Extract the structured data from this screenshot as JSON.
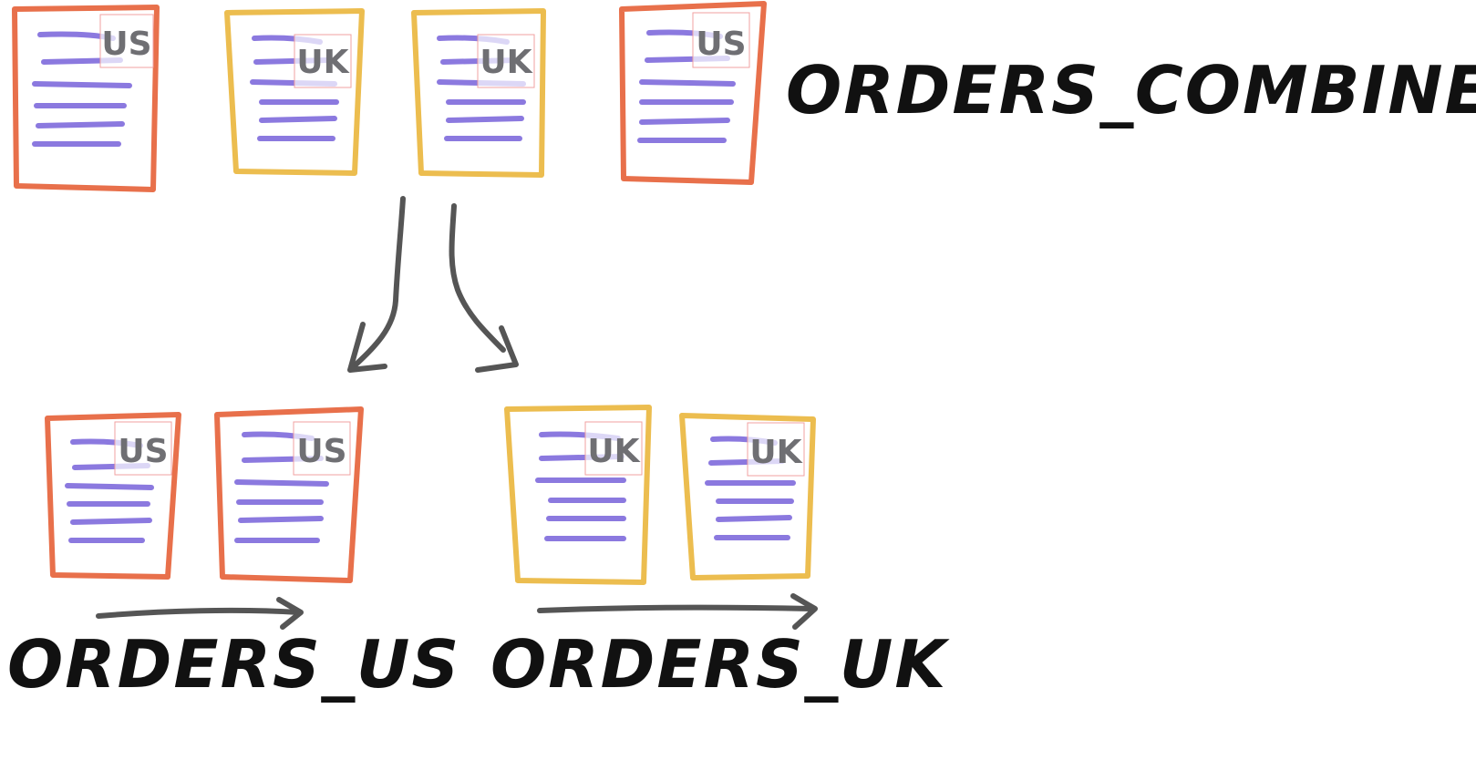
{
  "colors": {
    "us_border": "#e8704b",
    "uk_border": "#ecbd4f",
    "text_lines": "#8b79df",
    "arrow": "#555555",
    "title": "#111111",
    "badge_text": "#6f6f73"
  },
  "combined": {
    "title": "ORDERS_COMBINED",
    "docs": [
      {
        "region": "US",
        "label": "US"
      },
      {
        "region": "UK",
        "label": "UK"
      },
      {
        "region": "UK",
        "label": "UK"
      },
      {
        "region": "US",
        "label": "US"
      }
    ]
  },
  "split": [
    {
      "title": "ORDERS_US",
      "docs": [
        {
          "region": "US",
          "label": "US"
        },
        {
          "region": "US",
          "label": "US"
        }
      ]
    },
    {
      "title": "ORDERS_UK",
      "docs": [
        {
          "region": "UK",
          "label": "UK"
        },
        {
          "region": "UK",
          "label": "UK"
        }
      ]
    }
  ]
}
